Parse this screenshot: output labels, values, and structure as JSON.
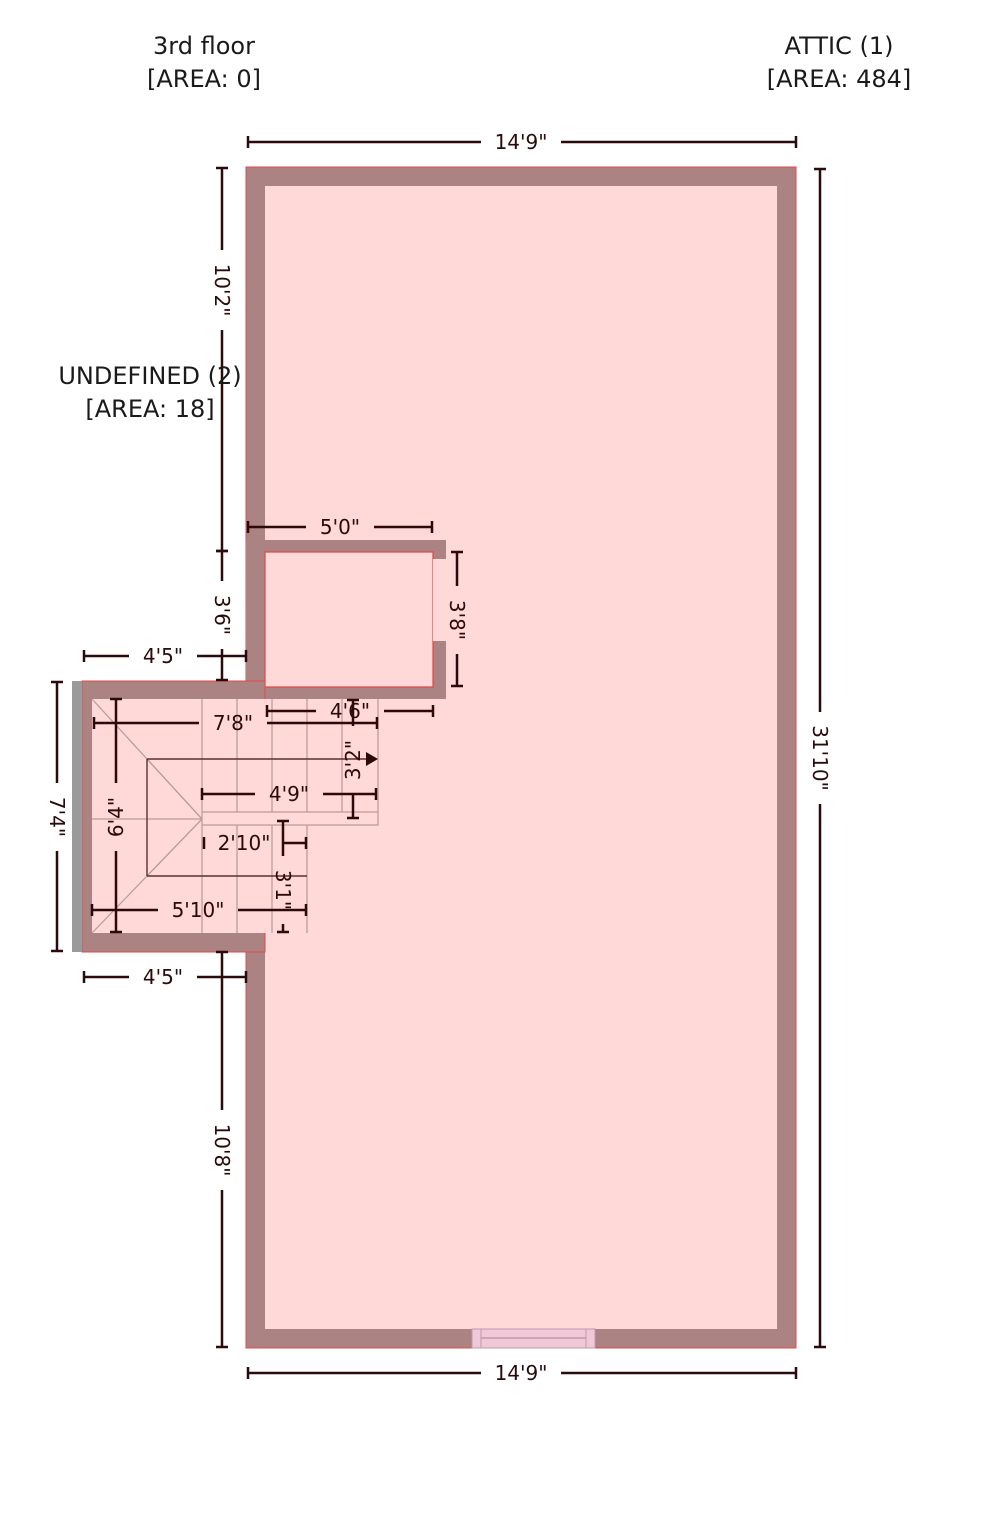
{
  "floor_label": {
    "name": "3rd floor",
    "area": "[AREA: 0]"
  },
  "rooms": [
    {
      "name": "ATTIC (1)",
      "area": "[AREA: 484]"
    },
    {
      "name": "UNDEFINED (2)",
      "area": "[AREA: 18]"
    }
  ],
  "colors": {
    "wall": "#ab8383",
    "floor": "#ffd8d8",
    "outline": "#e04848",
    "exterior_wall": "#9a9a9a",
    "dimension": "#2a0a0a",
    "window": "#f0c8d8"
  },
  "dimensions": [
    "14'9\"",
    "14'9\"",
    "31'10\"",
    "10'2\"",
    "3'6\"",
    "4'5\"",
    "4'5\"",
    "7'4\"",
    "5'0\"",
    "3'8\"",
    "4'6\"",
    "7'8\"",
    "3'2\"",
    "4'9\"",
    "2'10\"",
    "3'1\"",
    "5'10\"",
    "6'4\"",
    "10'8\""
  ]
}
